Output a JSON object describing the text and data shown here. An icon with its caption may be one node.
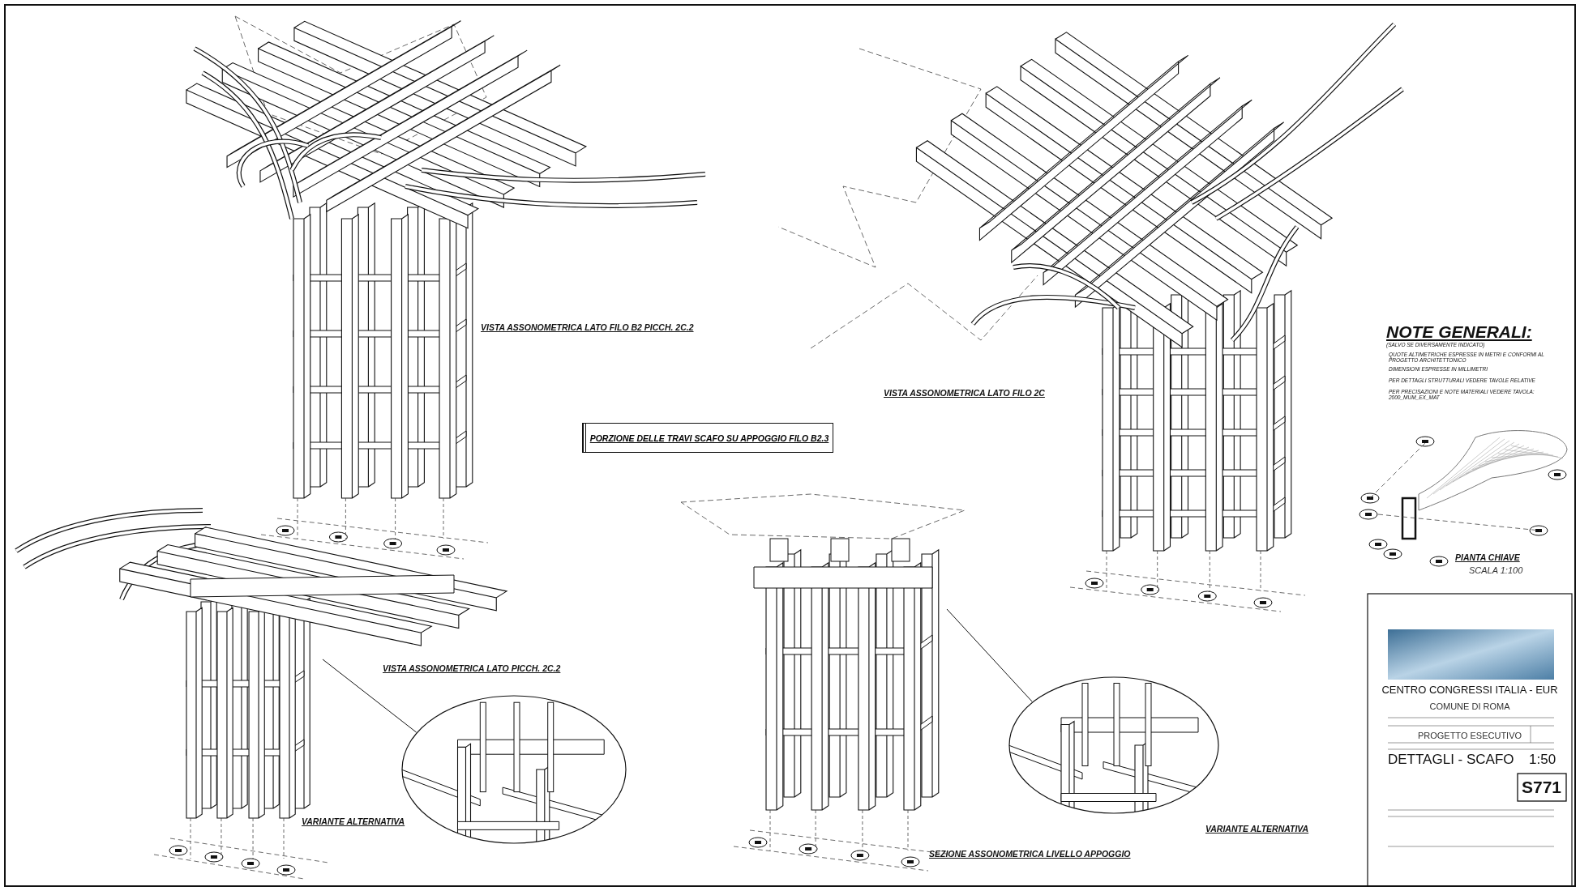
{
  "diagram": {
    "nodes": [
      {
        "text": [
          "PORZIONE DELLE TRAVI SCAFO SU APPOGGIO FILO B2.3"
        ]
      },
      {
        "text": [],
        "shape": "picture"
      },
      {
        "text": [],
        "shape": "picture"
      }
    ],
    "edges": [
      {
        "from": 1,
        "to": null,
        "arrow": "none"
      },
      {
        "from": 2,
        "to": null,
        "arrow": "none"
      }
    ],
    "labels": [
      "VISTA ASSONOMETRICA LATO FILO B2 PICCH. 2C.2",
      "NOTE GENERALI:",
      "(SALVO SE DIVERSAMENTE INDICATO)",
      "QUOTE ALTIMETRICHE ESPRESSE IN METRI E CONFORMI AL PROGETTO ARCHITETTONICO",
      "DIMENSIONI ESPRESSE IN MILLIMETRI",
      "PER DETTAGLI STRUTTURALI VEDERE TAVOLE RELATIVE",
      "PER PRECISAZIONI E NOTE MATERIALI VEDERE TAVOLA: 2000_MUM_EX_MAT",
      "VISTA ASSONOMETRICA LATO FILO 2C",
      "PIANTA CHIAVE",
      "SCALA 1:100",
      "VISTA ASSONOMETRICA LATO PICCH. 2C.2",
      "CENTRO CONGRESSI ITALIA - EUR",
      "COMUNE DI ROMA",
      "PROGETTO ESECUTIVO",
      "DETTAGLI - SCAFO",
      "1:50",
      "VARIANTE ALTERNATIVA",
      "S771",
      "VARIANTE ALTERNATIVA",
      "SEZIONE ASSONOMETRICA LIVELLO APPOGGIO"
    ]
  }
}
